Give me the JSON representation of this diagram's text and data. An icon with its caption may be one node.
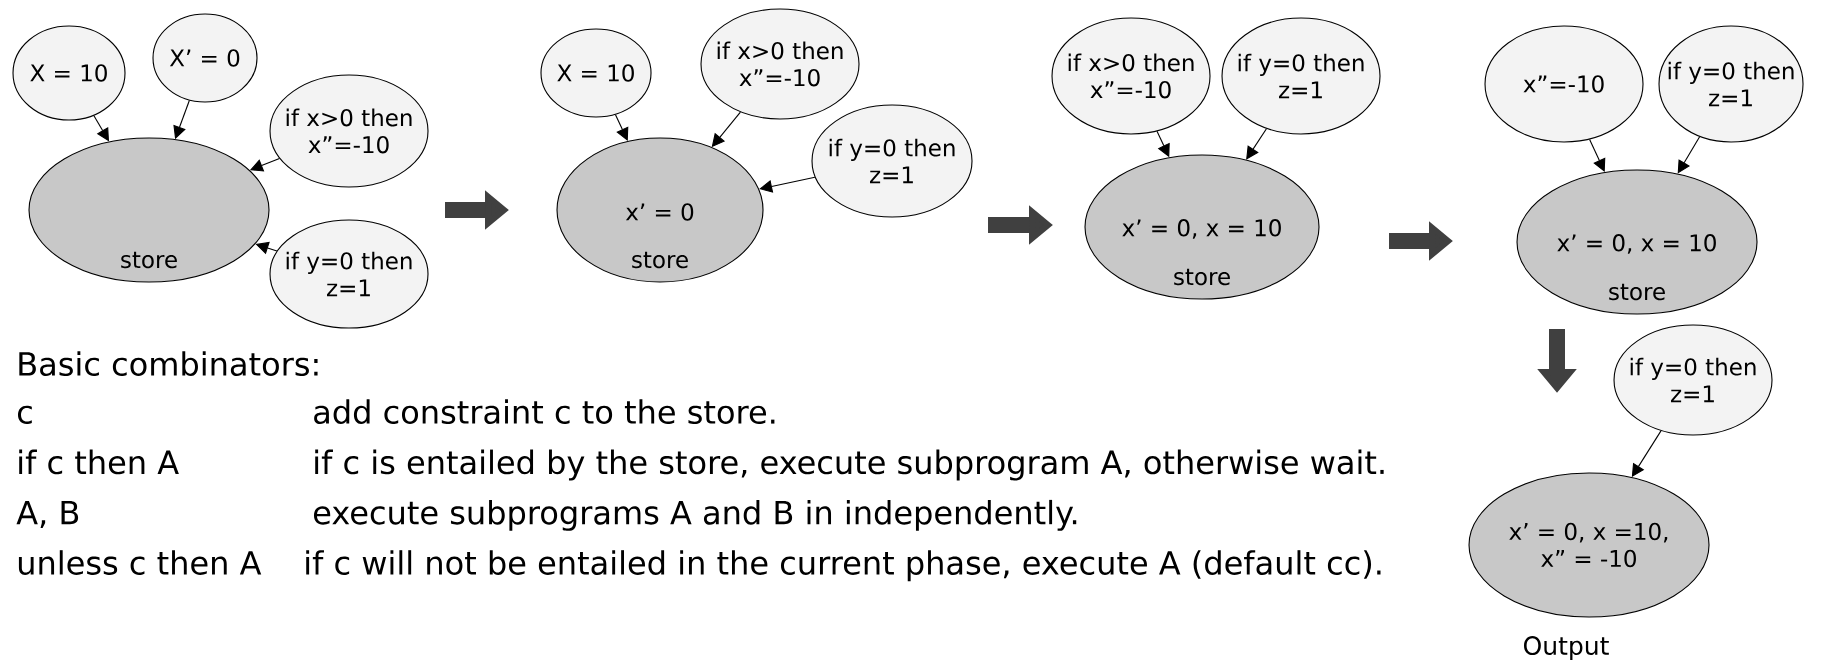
{
  "diagram": {
    "nodes": [
      {
        "text": [
          "store"
        ]
      },
      {
        "text": [
          "X = 10"
        ]
      },
      {
        "text": [
          "X’ = 0"
        ]
      },
      {
        "text": [
          "if x>0 then x”=-10"
        ]
      },
      {
        "text": [
          "if y=0 then z=1"
        ]
      },
      {
        "text": [
          "x’ = 0",
          "store"
        ]
      },
      {
        "text": [
          "X = 10"
        ]
      },
      {
        "text": [
          "if x>0 then x”=-10"
        ]
      },
      {
        "text": [
          "if y=0 then z=1"
        ]
      },
      {
        "text": [
          "x’ = 0, x = 10",
          "store"
        ]
      },
      {
        "text": [
          "if x>0 then x”=-10"
        ]
      },
      {
        "text": [
          "if y=0 then z=1"
        ]
      },
      {
        "text": [
          "x’ = 0, x = 10",
          "store"
        ]
      },
      {
        "text": [
          "x”=-10"
        ]
      },
      {
        "text": [
          "if y=0 then z=1"
        ]
      },
      {
        "text": [
          "x’ = 0, x =10, x” = -10"
        ],
        "beside": [
          "Output"
        ]
      },
      {
        "text": [
          "if y=0 then z=1"
        ]
      }
    ],
    "edges": [
      {
        "from": 1,
        "to": 0,
        "arrow": "to"
      },
      {
        "from": 2,
        "to": 0,
        "arrow": "to"
      },
      {
        "from": 3,
        "to": 0,
        "arrow": "to"
      },
      {
        "from": 4,
        "to": 0,
        "arrow": "to"
      },
      {
        "from": 6,
        "to": 5,
        "arrow": "to"
      },
      {
        "from": 7,
        "to": 5,
        "arrow": "to"
      },
      {
        "from": 8,
        "to": 5,
        "arrow": "to"
      },
      {
        "from": 10,
        "to": 9,
        "arrow": "to"
      },
      {
        "from": 11,
        "to": 9,
        "arrow": "to"
      },
      {
        "from": 13,
        "to": 12,
        "arrow": "to"
      },
      {
        "from": 14,
        "to": 12,
        "arrow": "to"
      },
      {
        "from": 16,
        "to": 15,
        "arrow": "to"
      }
    ],
    "labels": [
      "Basic combinators:",
      "c",
      "add constraint c to the store.",
      "if c then A",
      "if c is entailed by the store, execute subprogram A, otherwise wait.",
      "A, B",
      "execute subprograms A and B in independently.",
      "unless c then A",
      "if c will not be entailed in the current phase, execute A (default cc)."
    ]
  }
}
